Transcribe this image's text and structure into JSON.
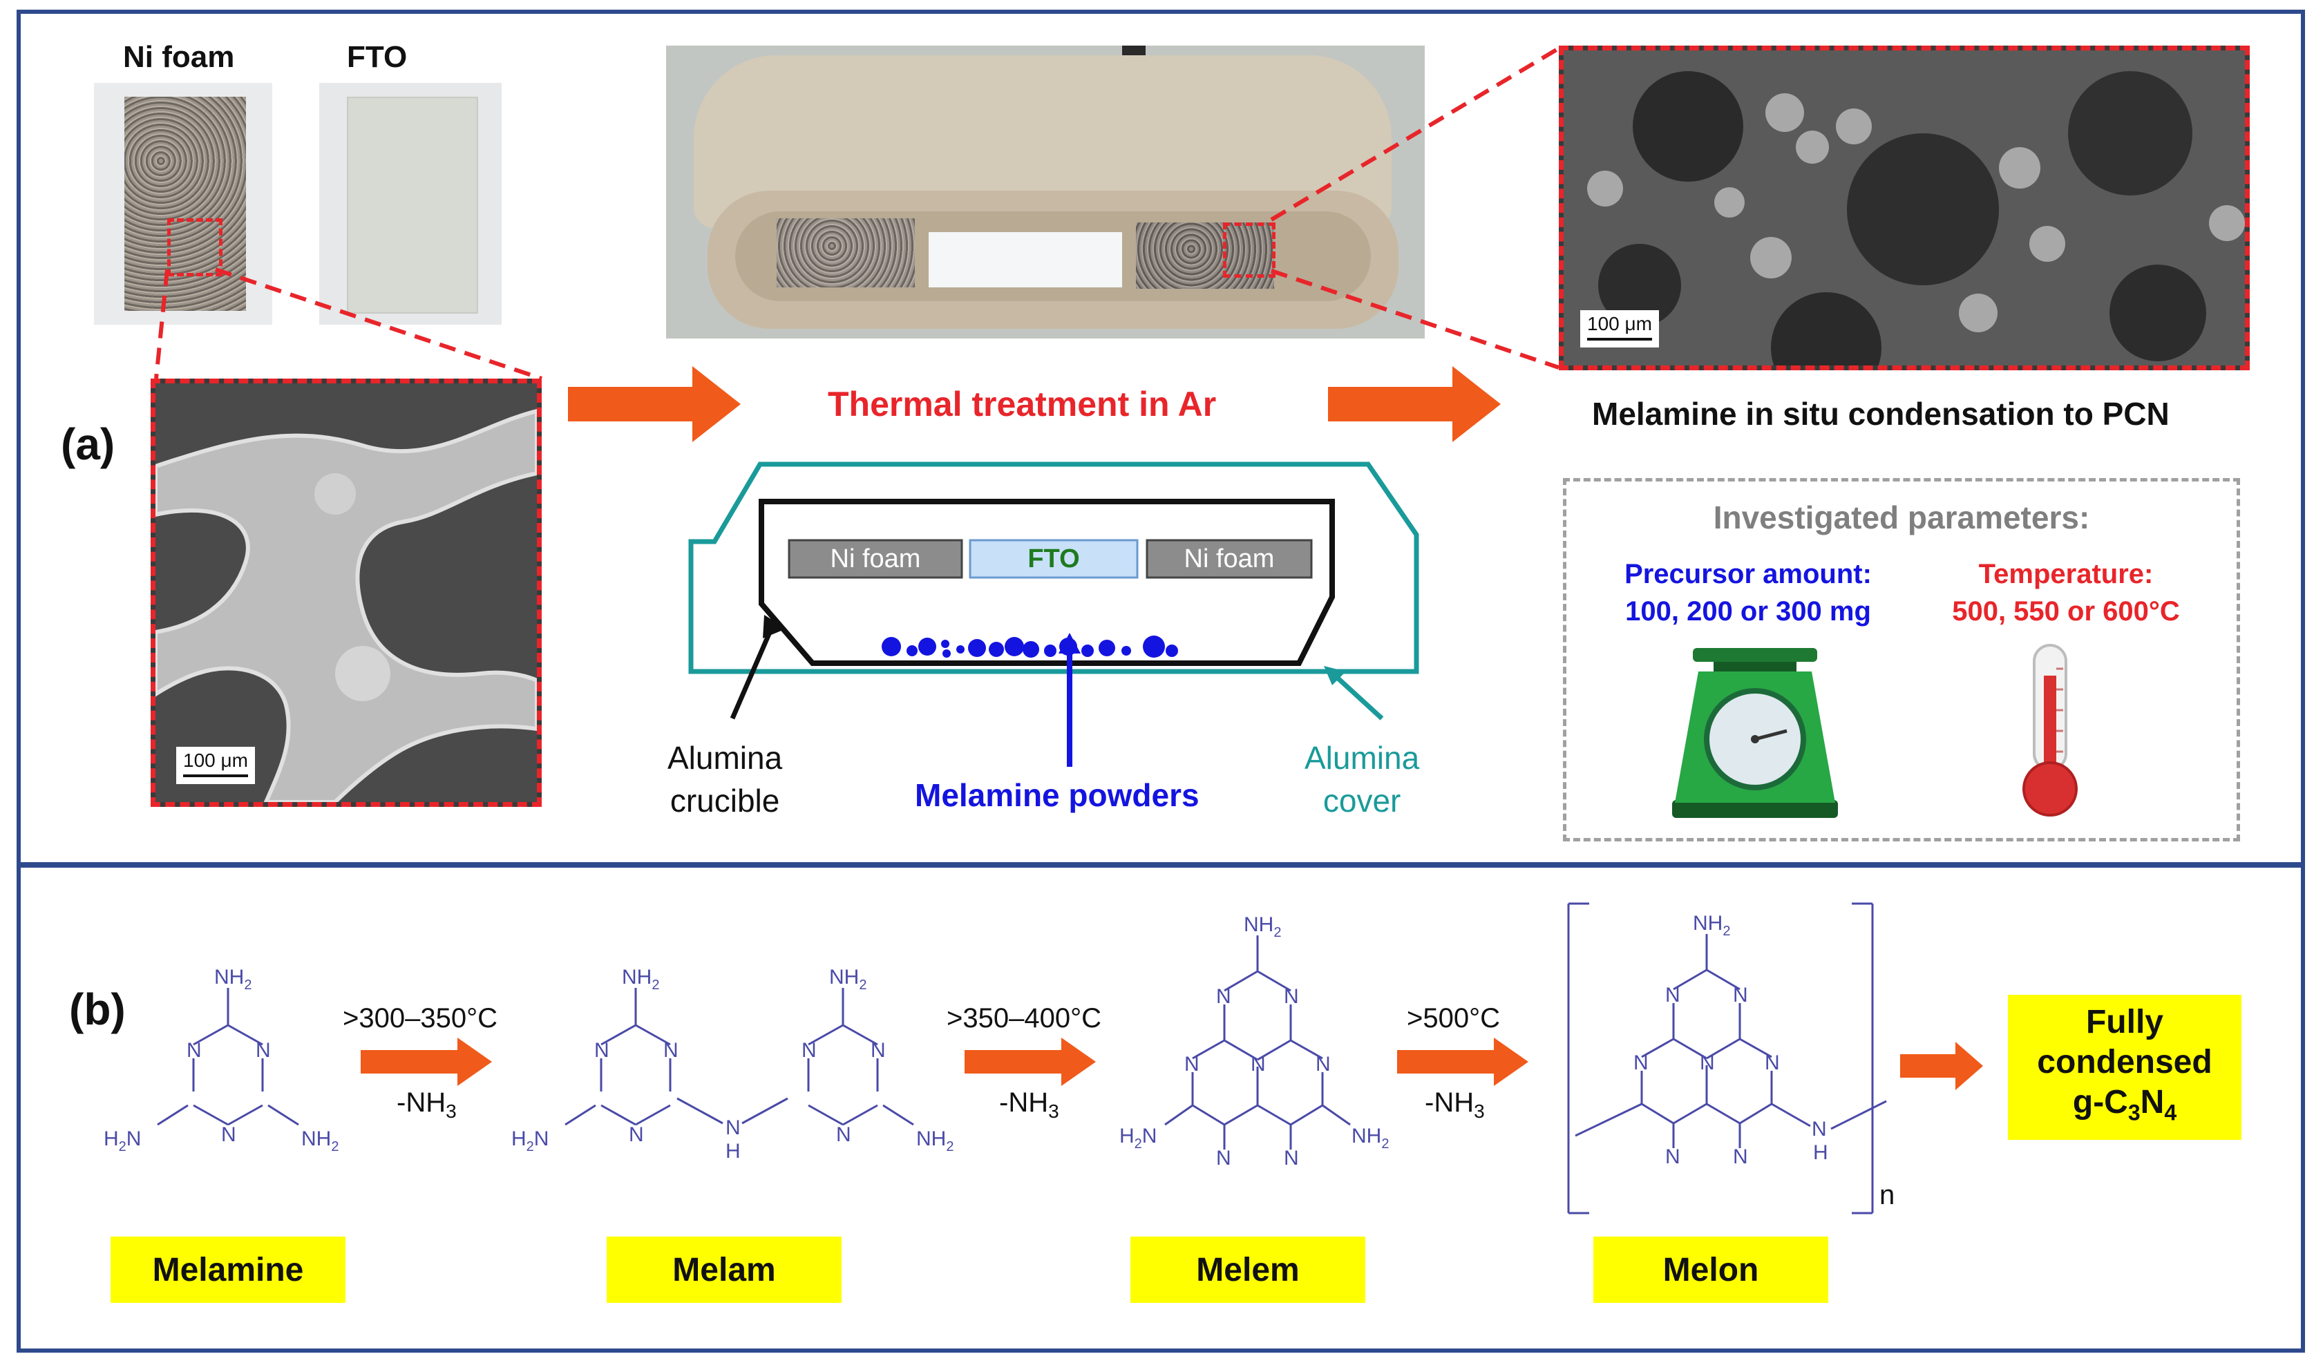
{
  "panel_a": {
    "label": "(a)",
    "ni_foam_title": "Ni foam",
    "fto_title": "FTO",
    "scale_label": "100 μm",
    "process_label": "Thermal treatment in Ar",
    "result_label": "Melamine in situ condensation to PCN",
    "schematic": {
      "ni_foam_left": "Ni foam",
      "fto": "FTO",
      "ni_foam_right": "Ni foam",
      "crucible_label_line1": "Alumina",
      "crucible_label_line2": "crucible",
      "powder_label": "Melamine powders",
      "cover_label_line1": "Alumina",
      "cover_label_line2": "cover"
    },
    "parameters": {
      "title": "Investigated parameters:",
      "precursor_title": "Precursor amount:",
      "precursor_values": "100, 200 or 300 mg",
      "temperature_title": "Temperature:",
      "temperature_values": "500, 550 or 600°C"
    },
    "colors": {
      "dashed_red": "#e8252a",
      "arrow_orange": "#f05a1a",
      "teal": "#1a9a9a",
      "blue": "#1414e0",
      "frame": "#2e4a8c"
    }
  },
  "panel_b": {
    "label": "(b)",
    "step1_temp": ">300–350°C",
    "step2_temp": ">350–400°C",
    "step3_temp": ">500°C",
    "byproduct": "-NH",
    "byproduct_sub": "3",
    "names": {
      "melamine": "Melamine",
      "melam": "Melam",
      "melem": "Melem",
      "melon": "Melon"
    },
    "final_line1": "Fully",
    "final_line2": "condensed",
    "final_line3_prefix": "g-C",
    "final_sub1": "3",
    "final_mid": "N",
    "final_sub2": "4",
    "polymer_n": "n",
    "atoms": {
      "N": "N",
      "NH2": "NH",
      "H2N": "H",
      "two": "2",
      "H": "H",
      "NH": "NH"
    }
  }
}
